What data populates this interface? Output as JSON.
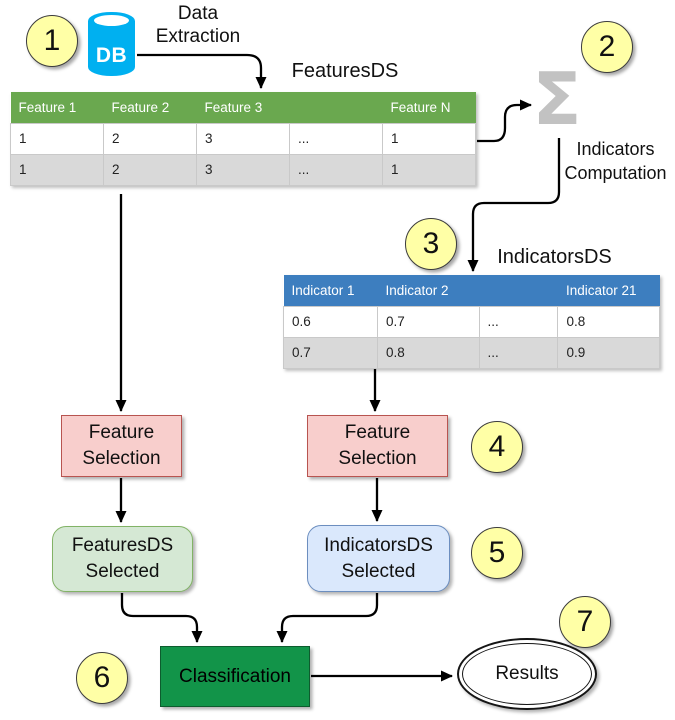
{
  "badges": [
    "1",
    "2",
    "3",
    "4",
    "5",
    "6",
    "7"
  ],
  "db": {
    "label": "DB"
  },
  "labels": {
    "data_extraction": "Data\nExtraction",
    "indicators_computation": "Indicators\nComputation",
    "sigma": "Σ"
  },
  "features_table": {
    "title": "FeaturesDS",
    "headers": [
      "Feature 1",
      "Feature 2",
      "Feature 3",
      "",
      "Feature N"
    ],
    "rows": [
      [
        "1",
        "2",
        "3",
        "...",
        "1"
      ],
      [
        "1",
        "2",
        "3",
        "...",
        "1"
      ]
    ]
  },
  "indicators_table": {
    "title": "IndicatorsDS",
    "headers": [
      "Indicator 1",
      "Indicator 2",
      "",
      "Indicator 21"
    ],
    "rows": [
      [
        "0.6",
        "0.7",
        "...",
        "0.8"
      ],
      [
        "0.7",
        "0.8",
        "...",
        "0.9"
      ]
    ]
  },
  "nodes": {
    "feature_selection_left": "Feature\nSelection",
    "feature_selection_right": "Feature\nSelection",
    "features_ds_selected": "FeaturesDS\nSelected",
    "indicators_ds_selected": "IndicatorsDS\nSelected",
    "classification": "Classification",
    "results": "Results"
  },
  "colors": {
    "db_cylinder": "#00b0f0",
    "step_badge": "#ffffa6",
    "features_table_header": "#6aa84f",
    "indicators_table_header": "#3d7ebf",
    "table_alt_row": "#d9d9d9",
    "feature_selection_fill": "#f8cecc",
    "feature_selection_border": "#b85450",
    "features_selected_fill": "#d5e8d4",
    "features_selected_border": "#82b366",
    "indicators_selected_fill": "#dae8fc",
    "indicators_selected_border": "#6c8ebf",
    "classification_fill": "#129449",
    "sigma_gray": "#c2c2c2",
    "arrow": "#000000"
  }
}
